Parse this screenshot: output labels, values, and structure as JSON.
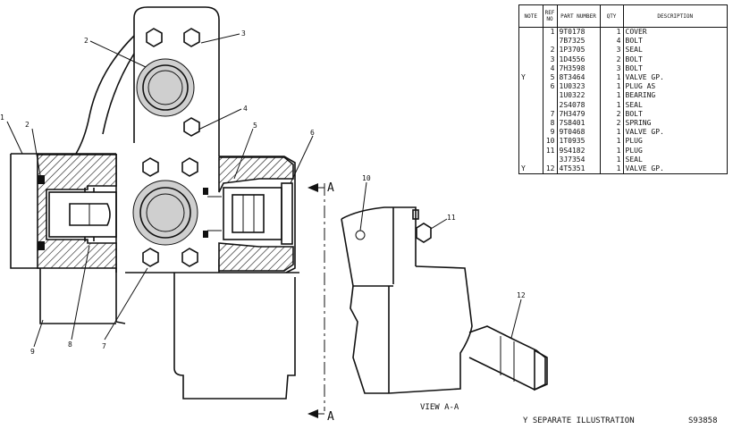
{
  "parts_table": {
    "headers": {
      "note": "NOTE",
      "ref_no": "REF NO",
      "part_number": "PART NUMBER",
      "qty": "QTY",
      "description": "DESCRIPTION"
    },
    "rows": [
      {
        "note": "",
        "ref": "1",
        "part": "9T0178",
        "qty": "1",
        "desc": "COVER"
      },
      {
        "note": "",
        "ref": "",
        "part": "7B7325",
        "qty": "4",
        "desc": "BOLT"
      },
      {
        "note": "",
        "ref": "2",
        "part": "1P3705",
        "qty": "3",
        "desc": "SEAL"
      },
      {
        "note": "",
        "ref": "3",
        "part": "1D4556",
        "qty": "2",
        "desc": "BOLT"
      },
      {
        "note": "",
        "ref": "4",
        "part": "7H3598",
        "qty": "3",
        "desc": "BOLT"
      },
      {
        "note": "Y",
        "ref": "5",
        "part": "8T3464",
        "qty": "1",
        "desc": "VALVE GP."
      },
      {
        "note": "",
        "ref": "6",
        "part": "1U0323",
        "qty": "1",
        "desc": "PLUG AS"
      },
      {
        "note": "",
        "ref": "",
        "part": "1U0322",
        "qty": "1",
        "desc": "  BEARING"
      },
      {
        "note": "",
        "ref": "",
        "part": "2S4078",
        "qty": "1",
        "desc": "SEAL"
      },
      {
        "note": "",
        "ref": "7",
        "part": "7H3479",
        "qty": "2",
        "desc": "BOLT"
      },
      {
        "note": "",
        "ref": "8",
        "part": "7S8401",
        "qty": "2",
        "desc": "SPRING"
      },
      {
        "note": "",
        "ref": "9",
        "part": "9T0468",
        "qty": "1",
        "desc": "VALVE GP."
      },
      {
        "note": "",
        "ref": "10",
        "part": "1T0935",
        "qty": "1",
        "desc": "  PLUG"
      },
      {
        "note": "",
        "ref": "11",
        "part": "9S4182",
        "qty": "1",
        "desc": "PLUG"
      },
      {
        "note": "",
        "ref": "",
        "part": "3J7354",
        "qty": "1",
        "desc": "SEAL"
      },
      {
        "note": "Y",
        "ref": "12",
        "part": "4T5351",
        "qty": "1",
        "desc": "VALVE GP."
      }
    ]
  },
  "callouts": [
    "1",
    "2",
    "3",
    "4",
    "5",
    "6",
    "7",
    "8",
    "9",
    "10",
    "11",
    "12"
  ],
  "section_label": "A",
  "view_caption": "VIEW A-A",
  "footnote": "Y  SEPARATE ILLUSTRATION",
  "illustration_number": "S93858"
}
